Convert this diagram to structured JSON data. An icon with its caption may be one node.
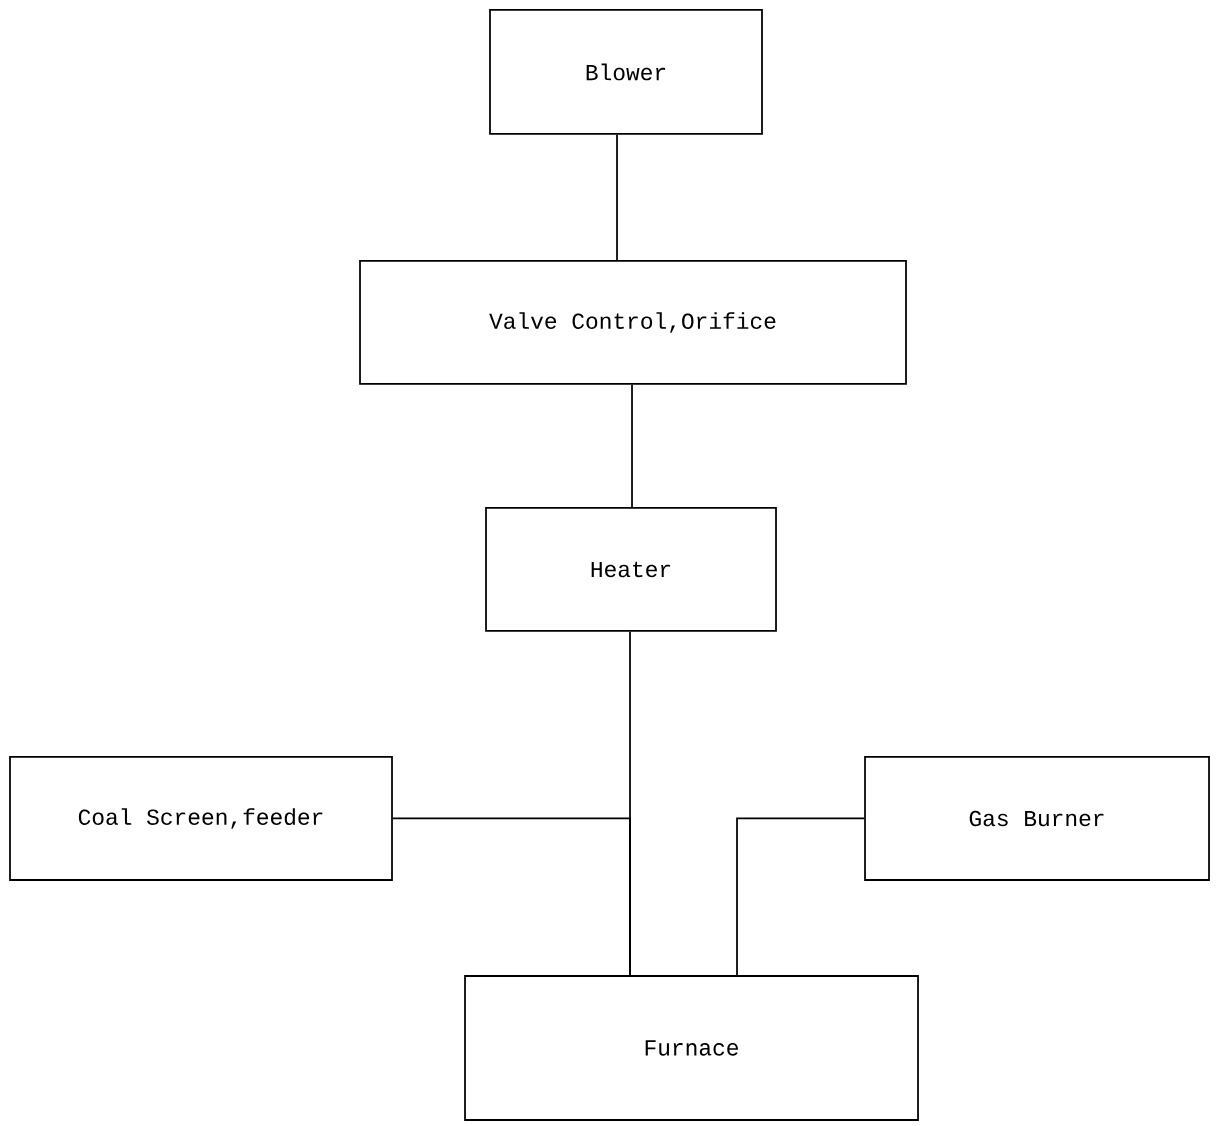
{
  "diagram": {
    "nodes": [
      {
        "text": [
          "Blower"
        ]
      },
      {
        "text": [
          "Valve Control,Orifice"
        ]
      },
      {
        "text": [
          "Heater"
        ]
      },
      {
        "text": [
          "Coal Screen,feeder"
        ]
      },
      {
        "text": [
          "Gas Burner"
        ]
      },
      {
        "text": [
          "Furnace"
        ]
      }
    ],
    "edges": [
      {
        "from": 0,
        "to": 1,
        "arrow": "none"
      },
      {
        "from": 1,
        "to": 2,
        "arrow": "none"
      },
      {
        "from": 2,
        "to": 5,
        "arrow": "none"
      },
      {
        "from": 3,
        "to": 5,
        "arrow": "none"
      },
      {
        "from": 4,
        "to": 5,
        "arrow": "none"
      }
    ]
  }
}
